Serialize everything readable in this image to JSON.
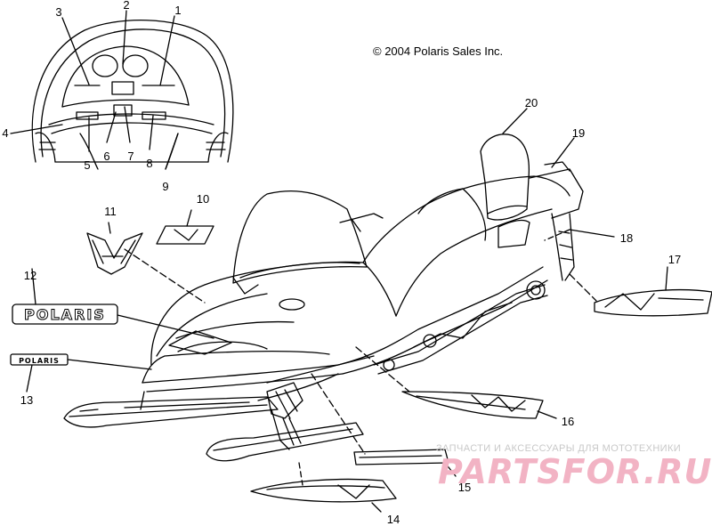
{
  "copyright": "© 2004 Polaris Sales Inc.",
  "decal_text": {
    "polaris_large": "POLARIS",
    "polaris_small": "POLARIS"
  },
  "watermark": {
    "caption": "ЗАПЧАСТИ И АКСЕССУАРЫ ДЛЯ МОТОТЕХНИКИ",
    "logo": "PARTSFOR.RU"
  },
  "callouts": [
    "1",
    "2",
    "3",
    "4",
    "5",
    "6",
    "7",
    "8",
    "9",
    "10",
    "11",
    "12",
    "13",
    "14",
    "15",
    "16",
    "17",
    "18",
    "19",
    "20"
  ],
  "colors": {
    "line": "#000000",
    "watermark_pink": "#f2b3c4",
    "watermark_gray": "#c8c8c8"
  }
}
